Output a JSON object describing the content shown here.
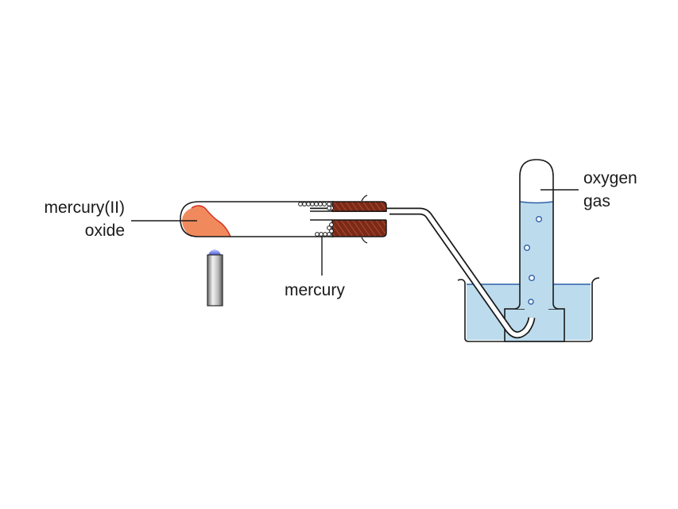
{
  "diagram": {
    "title": "Decomposition of mercury(II) oxide",
    "labels": {
      "mercury_oxide_line1": "mercury(II)",
      "mercury_oxide_line2": "oxide",
      "mercury": "mercury",
      "oxygen_line1": "oxygen",
      "oxygen_line2": "gas"
    },
    "components": [
      {
        "id": "boiling-tube",
        "description": "test tube containing heated solid"
      },
      {
        "id": "mercury-oxide-solid",
        "description": "orange solid"
      },
      {
        "id": "bunsen-burner",
        "description": "burner with blue flame"
      },
      {
        "id": "stopper",
        "description": "rubber stopper with delivery tube"
      },
      {
        "id": "mercury-droplets",
        "description": "condensed mercury beads"
      },
      {
        "id": "delivery-tube",
        "description": "bent glass tube"
      },
      {
        "id": "trough",
        "description": "trough of water"
      },
      {
        "id": "beehive-shelf",
        "description": "shelf support"
      },
      {
        "id": "gas-jar",
        "description": "inverted tube collecting gas"
      },
      {
        "id": "bubbles",
        "description": "gas bubbles rising",
        "count": 4
      }
    ],
    "colors": {
      "solid": "#f08a5d",
      "solid_edge": "#d42a1a",
      "water": "#bcdcee",
      "water_edge": "#2f5fa8",
      "stopper": "#7a2a18",
      "stopper_hatch": "#b34a2a",
      "flame": "#5a6ee0",
      "burner": "#c8c8c8",
      "outline": "#1a1a1a"
    }
  }
}
